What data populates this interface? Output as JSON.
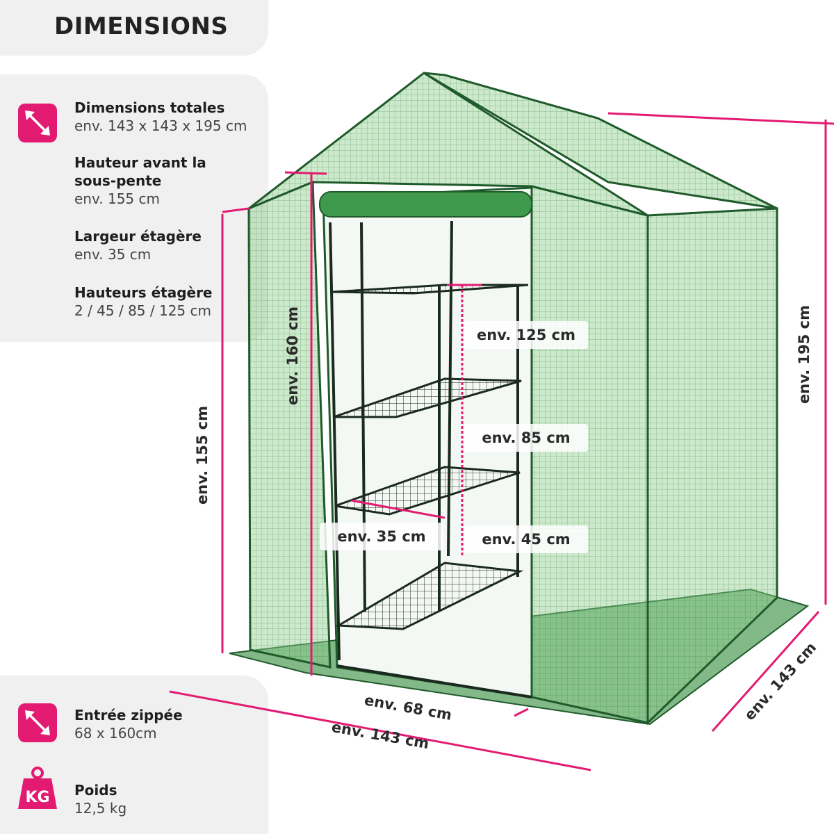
{
  "title": "DIMENSIONS",
  "specs": [
    {
      "heading": "Dimensions totales",
      "value": "env. 143 x 143 x 195 cm",
      "icon": "diagonal-arrow-icon"
    },
    {
      "heading_line1": "Hauteur avant la",
      "heading_line2": "sous-pente",
      "value": "env. 155 cm"
    },
    {
      "heading": "Largeur étagère",
      "value": "env. 35 cm"
    },
    {
      "heading": "Hauteurs étagère",
      "value": "2 / 45 / 85 / 125 cm"
    }
  ],
  "bottom_specs": [
    {
      "heading": "Entrée zippée",
      "value": "68 x 160cm",
      "icon": "diagonal-arrow-icon"
    },
    {
      "heading": "Poids",
      "value": "12,5 kg",
      "icon": "weight-kg-icon",
      "icon_text": "KG"
    }
  ],
  "measurements": {
    "total_height": "env. 195 cm",
    "side_height": "env. 155 cm",
    "door_height": "env. 160 cm",
    "shelf_125": "env. 125 cm",
    "shelf_85": "env. 85 cm",
    "shelf_45": "env. 45 cm",
    "shelf_width": "env. 35 cm",
    "door_width": "env. 68 cm",
    "front_width": "env. 143 cm",
    "depth": "env. 143 cm"
  },
  "colors": {
    "accent": "#e21a71",
    "panel": "#f0f0f0",
    "greenhouse": "#4fa45a",
    "frame": "#1f5a2a"
  }
}
